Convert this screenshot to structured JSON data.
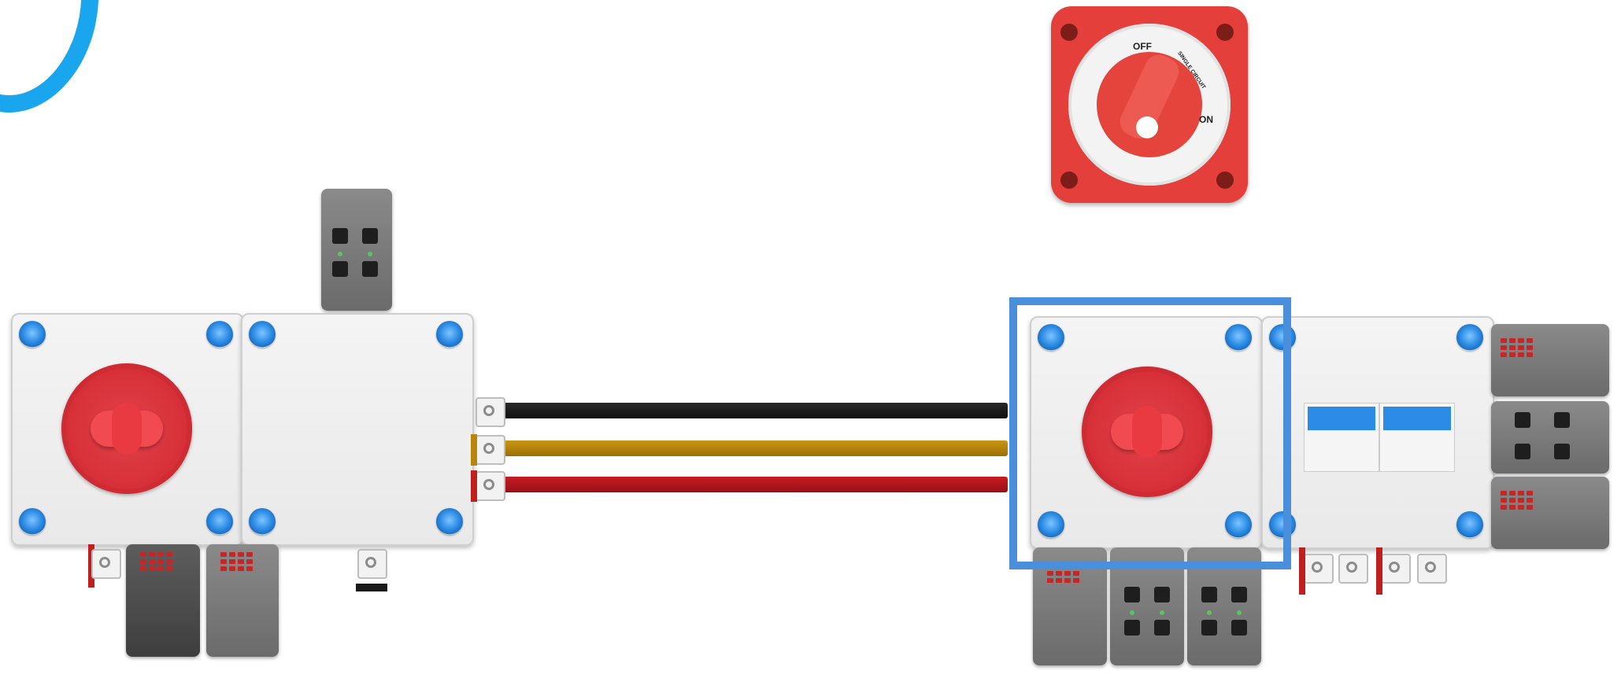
{
  "battery_switch": {
    "label_off": "OFF",
    "label_on": "ON",
    "label_type": "SINGLE CIRCUIT"
  },
  "colors": {
    "accent_blue": "#1aa6ee",
    "highlight_blue": "#4a8fdc",
    "screw_blue": "#2f8fe6",
    "knob_red": "#d8313a",
    "busbar_black": "#151515",
    "busbar_gold": "#b8860b",
    "busbar_red": "#b3121b",
    "switch_red": "#e43f3a"
  },
  "icons": [
    "blue-arc-logo-icon",
    "battery-switch-icon",
    "rotary-knob-icon",
    "circuit-breaker-icon"
  ]
}
